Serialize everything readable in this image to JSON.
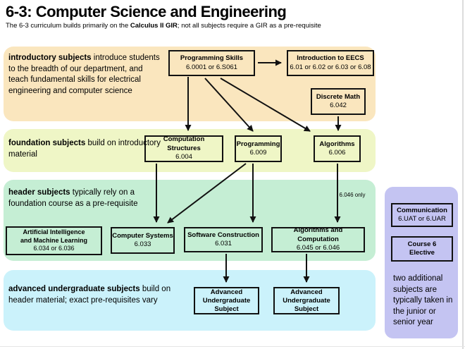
{
  "page": {
    "title": "6-3: Computer Science and Engineering",
    "subtitle_prefix": "The 6-3 curriculum builds primarily on the ",
    "subtitle_bold": "Calculus II GIR",
    "subtitle_suffix": "; not all subjects require a GIR as a pre-requisite"
  },
  "bands": {
    "introductory": {
      "label_bold": "introductory subjects",
      "label_rest": " introduce students to the breadth of our department, and teach fundamental skills for electrical engineering and computer science",
      "color": "#FAE6BE"
    },
    "foundation": {
      "label_bold": "foundation subjects",
      "label_rest": " build on introductory material",
      "color": "#EFF6C6"
    },
    "header": {
      "label_bold": "header subjects",
      "label_rest": " typically rely on a foundation course as a pre-requisite",
      "color": "#C5EED4"
    },
    "advanced": {
      "label_bold": "advanced undergraduate subjects",
      "label_rest": " build on header material; exact pre-requisites vary",
      "color": "#CBF2FB"
    },
    "sidebar": {
      "color": "#C4C4F2",
      "note": "two additional subjects are typically taken in the junior or senior year"
    }
  },
  "courses": {
    "programming_skills": {
      "title": "Programming Skills",
      "number": "6.0001 or 6.S061"
    },
    "intro_eecs": {
      "title": "Introduction to EECS",
      "number": "6.01 or 6.02 or 6.03 or 6.08"
    },
    "discrete_math": {
      "title": "Discrete Math",
      "number": "6.042"
    },
    "computation_structures": {
      "title": "Computation Structures",
      "number": "6.004"
    },
    "programming": {
      "title": "Programming",
      "number": "6.009"
    },
    "algorithms": {
      "title": "Algorithms",
      "number": "6.006"
    },
    "ai_ml": {
      "title_line1": "Artificial Intelligence",
      "title_line2": "and Machine Learning",
      "number": "6.034 or 6.036"
    },
    "computer_systems": {
      "title": "Computer Systems",
      "number": "6.033"
    },
    "software_construction": {
      "title": "Software Construction",
      "number": "6.031"
    },
    "algorithms_computation": {
      "title": "Algorithms and Computation",
      "number": "6.045 or 6.046"
    },
    "advanced_subject_1": {
      "title": "Advanced Undergraduate Subject"
    },
    "advanced_subject_2": {
      "title": "Advanced Undergraduate Subject"
    },
    "communication": {
      "title": "Communication",
      "number": "6.UAT or 6.UAR"
    },
    "course6_elective": {
      "title_line1": "Course 6",
      "title_line2": "Elective"
    }
  },
  "annotations": {
    "only_6046": "6.046 only"
  }
}
